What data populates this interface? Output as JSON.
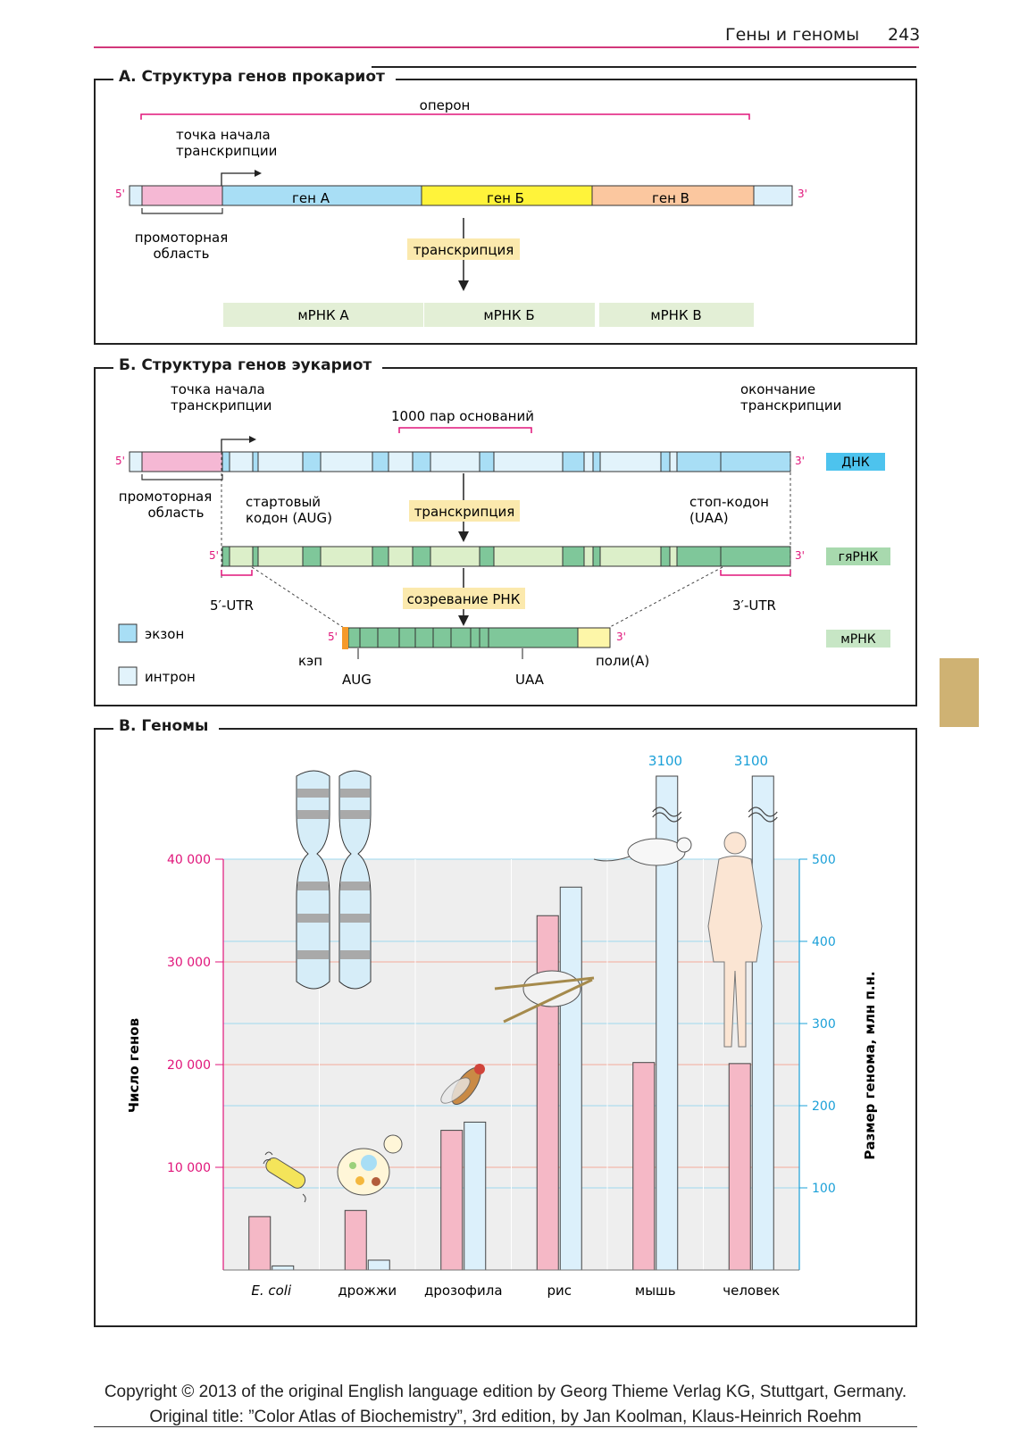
{
  "header": {
    "section_title": "Гены и геномы",
    "page_number": "243"
  },
  "panel_a": {
    "title": "А. Структура генов прокариот",
    "operon": "оперон",
    "tss": [
      "точка начала",
      "транскрипции"
    ],
    "five_prime": "5'",
    "three_prime": "3'",
    "genes": [
      "ген А",
      "ген Б",
      "ген В"
    ],
    "promoter": [
      "промоторная",
      "область"
    ],
    "transcription": "транскрипция",
    "mrnas": [
      "мРНК А",
      "мРНК Б",
      "мРНК В"
    ]
  },
  "panel_b": {
    "title": "Б. Структура генов эукариот",
    "tss": [
      "точка начала",
      "транскрипции"
    ],
    "scale": "1000 пар оснований",
    "tts": [
      "окончание",
      "транскрипции"
    ],
    "five_prime": "5'",
    "three_prime": "3'",
    "dna_label": "ДНК",
    "hnrna_label": "гяРНК",
    "mrna_label": "мРНК",
    "promoter": [
      "промоторная",
      "область"
    ],
    "start_codon": [
      "стартовый",
      "кодон (AUG)"
    ],
    "stop_codon": [
      "стоп-кодон",
      "(UAA)"
    ],
    "transcription": "транскрипция",
    "maturation": "созревание РНК",
    "utr5": "5′-UTR",
    "utr3": "3′-UTR",
    "exon": "экзон",
    "intron": "интрон",
    "cap": "кэп",
    "aug": "AUG",
    "uaa": "UAA",
    "polya": "поли(A)"
  },
  "panel_c": {
    "title": "В. Геномы",
    "left_axis_label": "Число генов",
    "right_axis_label": "Размер генома, млн п.н.",
    "top_values": [
      "3100",
      "3100"
    ]
  },
  "chart_data": {
    "type": "bar",
    "categories": [
      "E. coli",
      "дрожжи",
      "дрозофила",
      "рис",
      "мышь",
      "человек"
    ],
    "series": [
      {
        "name": "Число генов",
        "axis": "left",
        "color": "#f5b8c6",
        "values": [
          5200,
          5800,
          13600,
          34500,
          20200,
          20100
        ]
      },
      {
        "name": "Размер генома, млн п.н.",
        "axis": "right",
        "color": "#dcf0fb",
        "values": [
          5,
          12,
          180,
          466,
          3100,
          3100
        ]
      }
    ],
    "ylim_left": [
      0,
      40000
    ],
    "yticks_left": [
      "10 000",
      "20 000",
      "30 000",
      "40 000"
    ],
    "ylim_right": [
      0,
      500
    ],
    "yticks_right": [
      "100",
      "200",
      "300",
      "400",
      "500"
    ],
    "colors": {
      "left_axis": "#e0157a",
      "right_axis": "#1ba0d8"
    }
  },
  "footer": {
    "line1": "Copyright © 2013 of the original English language edition by Georg Thieme Verlag KG, Stuttgart, Germany.",
    "line2": "Original title: ”Color Atlas of Biochemistry”, 3rd edition, by Jan Koolman, Klaus-Heinrich Roehm"
  }
}
